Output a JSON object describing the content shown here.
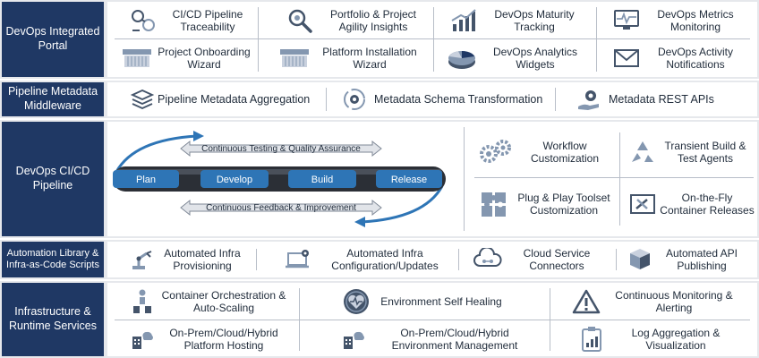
{
  "layers": {
    "portal": {
      "label": "DevOps Integrated Portal",
      "items": [
        {
          "text": "CI/CD Pipeline Traceability",
          "icon": "traceability-icon"
        },
        {
          "text": "Portfolio & Project Agility Insights",
          "icon": "magnifier-icon"
        },
        {
          "text": "DevOps Maturity Tracking",
          "icon": "bar-chart-icon"
        },
        {
          "text": "DevOps Metrics Monitoring",
          "icon": "monitor-pulse-icon"
        },
        {
          "text": "Project Onboarding Wizard",
          "icon": "server-rack-icon"
        },
        {
          "text": "Platform Installation Wizard",
          "icon": "server-rack-icon"
        },
        {
          "text": "DevOps Analytics Widgets",
          "icon": "pie-chart-icon"
        },
        {
          "text": "DevOps Activity Notifications",
          "icon": "envelope-icon"
        }
      ]
    },
    "middleware": {
      "label": "Pipeline Metadata Middleware",
      "items": [
        {
          "text": "Pipeline Metadata Aggregation",
          "icon": "layers-icon"
        },
        {
          "text": "Metadata Schema Transformation",
          "icon": "gear-cycle-icon"
        },
        {
          "text": "Metadata REST APIs",
          "icon": "gear-hand-icon"
        }
      ]
    },
    "pipeline": {
      "label": "DevOps CI/CD Pipeline",
      "stages": [
        "Plan",
        "Develop",
        "Build",
        "Release"
      ],
      "top_arrow": "Continuous Testing & Quality Assurance",
      "bottom_arrow": "Continuous Feedback & Improvement",
      "features": [
        {
          "text": "Workflow Customization",
          "icon": "gears-icon"
        },
        {
          "text": "Transient Build & Test Agents",
          "icon": "recycle-icon"
        },
        {
          "text": "Plug & Play Toolset Customization",
          "icon": "puzzle-icon"
        },
        {
          "text": "On-the-Fly Container Releases",
          "icon": "tools-icon"
        }
      ]
    },
    "automation": {
      "label": "Automation Library & Infra-as-Code Scripts",
      "items": [
        {
          "text": "Automated Infra Provisioning",
          "icon": "robot-arm-icon"
        },
        {
          "text": "Automated Infra Configuration/Updates",
          "icon": "laptop-gear-icon"
        },
        {
          "text": "Cloud Service Connectors",
          "icon": "cloud-network-icon"
        },
        {
          "text": "Automated API Publishing",
          "icon": "cubes-icon"
        }
      ]
    },
    "infrastructure": {
      "label": "Infrastructure & Runtime Services",
      "items": [
        {
          "text": "Container Orchestration & Auto-Scaling",
          "icon": "orchestration-icon"
        },
        {
          "text": "Environment Self Healing",
          "icon": "heart-pulse-icon"
        },
        {
          "text": "Continuous Monitoring & Alerting",
          "icon": "warning-icon"
        },
        {
          "text": "On-Prem/Cloud/Hybrid Platform Hosting",
          "icon": "building-cloud-icon"
        },
        {
          "text": "On-Prem/Cloud/Hybrid Environment Management",
          "icon": "building-cloud-icon"
        },
        {
          "text": "Log Aggregation & Visualization",
          "icon": "clipboard-chart-icon"
        }
      ]
    }
  },
  "colors": {
    "label_bg": "#1f3864",
    "band_bg": "#e6e8ec",
    "icon_dark": "#44546a",
    "icon_light": "#8497b0",
    "pipe_blue": "#2e75b6"
  }
}
